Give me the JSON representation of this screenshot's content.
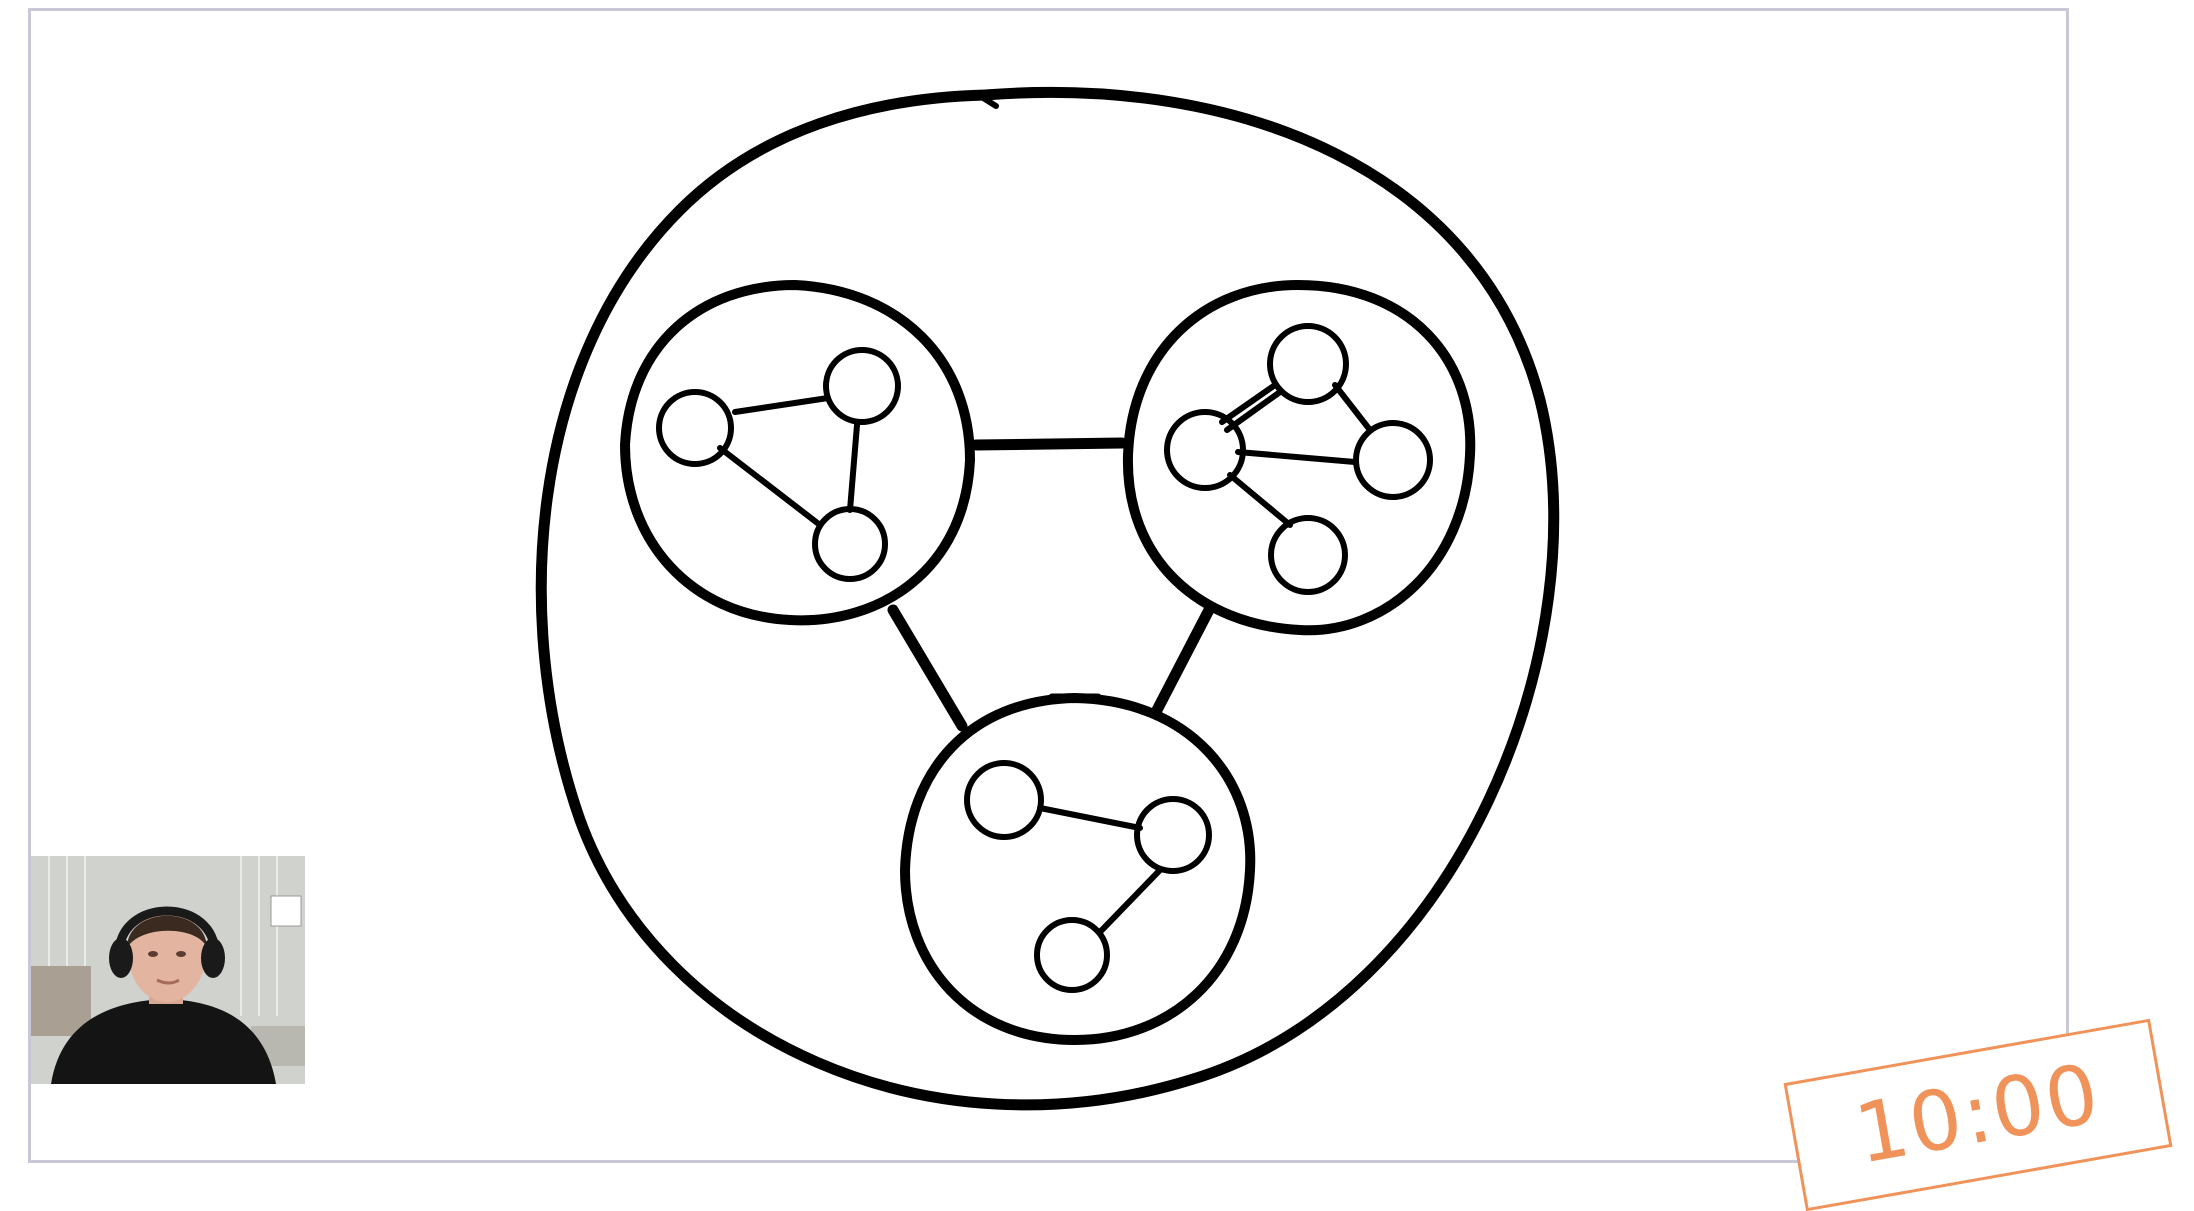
{
  "timer": {
    "value": "10:00",
    "color": "#f0935a"
  },
  "diagram": {
    "stroke_color": "#000000",
    "background": "#ffffff",
    "outer_circle": {
      "contains": 3
    },
    "clusters": [
      {
        "id": "cluster-top-left",
        "nodes": 3,
        "edges": 3
      },
      {
        "id": "cluster-top-right",
        "nodes": 4,
        "edges": 4
      },
      {
        "id": "cluster-bottom",
        "nodes": 3,
        "edges": 2
      }
    ],
    "inter_cluster_links": 3
  },
  "webcam": {
    "icon": "presenter-video"
  },
  "frame": {
    "border_color": "#c8c8d8"
  }
}
